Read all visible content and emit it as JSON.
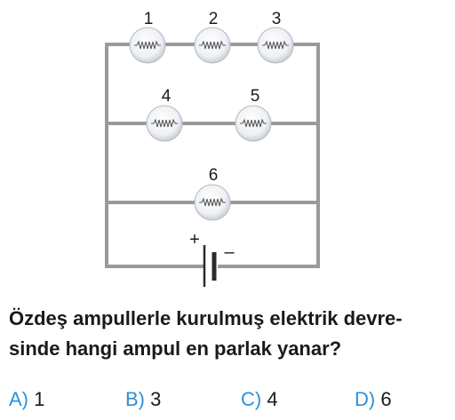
{
  "circuit": {
    "bulbs": [
      {
        "label": "1"
      },
      {
        "label": "2"
      },
      {
        "label": "3"
      },
      {
        "label": "4"
      },
      {
        "label": "5"
      },
      {
        "label": "6"
      }
    ],
    "battery": {
      "positive": "+",
      "negative": "–"
    }
  },
  "question": {
    "line1": "Özdeş ampullerle kurulmuş elektrik devre-",
    "line2": "sinde hangi ampul en parlak yanar?"
  },
  "options": [
    {
      "letter": "A)",
      "value": "1"
    },
    {
      "letter": "B)",
      "value": "3"
    },
    {
      "letter": "C)",
      "value": "4"
    },
    {
      "letter": "D)",
      "value": "6"
    }
  ],
  "colors": {
    "wire": "#9a9a9a",
    "bulb_fill": "#eef1f5",
    "filament": "#5a5a5a",
    "option_letter": "#2a93d5",
    "text": "#1a1a1a"
  }
}
